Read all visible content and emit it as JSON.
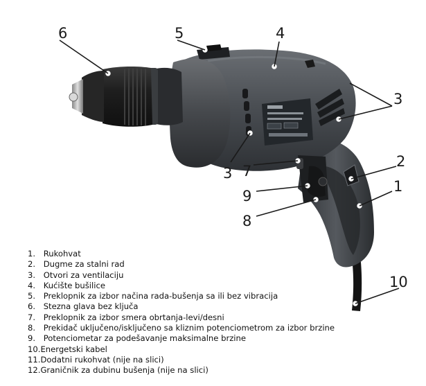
{
  "callouts": [
    "6",
    "5",
    "4",
    "3",
    "3",
    "2",
    "7",
    "9",
    "8",
    "1",
    "10"
  ],
  "legend": [
    {
      "num": "1.",
      "text": "Rukohvat"
    },
    {
      "num": "2.",
      "text": "Dugme za stalni rad"
    },
    {
      "num": "3.",
      "text": "Otvori za ventilaciju"
    },
    {
      "num": "4.",
      "text": "Kućište bušilice"
    },
    {
      "num": "5.",
      "text": "Preklopnik za izbor načina rada-bušenja sa ili bez vibracija"
    },
    {
      "num": "6.",
      "text": "Stezna glava bez ključa"
    },
    {
      "num": "7.",
      "text": "Preklopnik za izbor smera obrtanja-levi/desni"
    },
    {
      "num": "8.",
      "text": "Prekidač uključeno/isključeno sa kliznim potenciometrom za izbor brzine"
    },
    {
      "num": "9.",
      "text": "Potenciometar za podešavanje maksimalne brzine"
    },
    {
      "num": "10.",
      "text": "Energetski kabel"
    },
    {
      "num": "11.",
      "text": "Dodatni rukohvat (nije na slici)"
    },
    {
      "num": "12.",
      "text": "Graničnik za dubinu bušenja (nije na slici)"
    }
  ],
  "colors": {
    "body": "#4a4e53",
    "body_dark": "#2d3034",
    "chuck": "#1c1c1c",
    "metal": "#b9b9b9",
    "label_plate": "#23272b"
  }
}
